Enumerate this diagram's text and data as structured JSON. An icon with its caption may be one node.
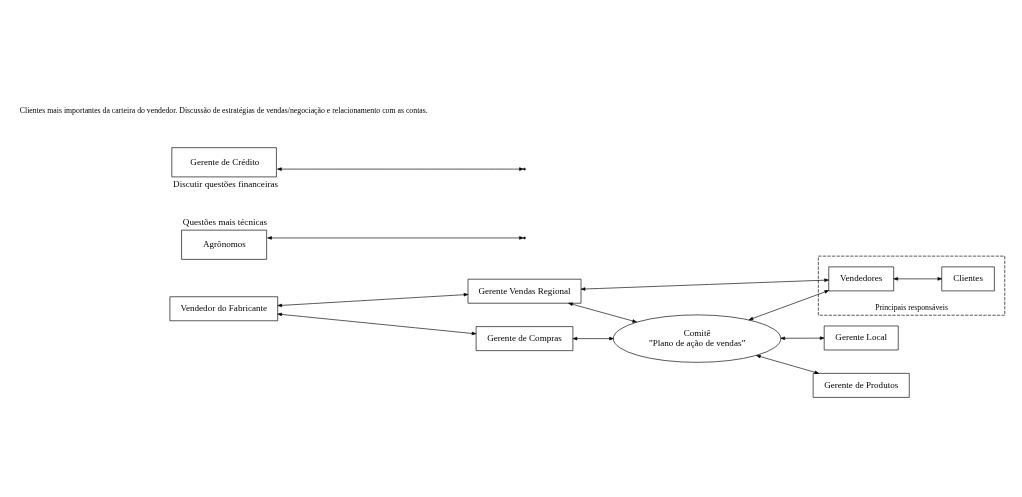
{
  "diagram": {
    "nodes": [
      {
        "text": [
          "Vendedor do Fabricante"
        ]
      },
      {
        "text": [
          "Gerente de Compras"
        ]
      },
      {
        "text": [
          "Gerente Vendas Regional"
        ]
      },
      {
        "text": [
          "Agrônomos"
        ],
        "beside": [
          "Questões mais técnicas"
        ]
      },
      {
        "text": [
          "Comitê",
          "”Plano de ação de vendas”"
        ]
      },
      {
        "text": [
          "Principais responsáveis"
        ]
      },
      {
        "text": [
          "Vendedores"
        ],
        "in": 5
      },
      {
        "text": [
          "Clientes"
        ],
        "in": 5
      },
      {
        "text": [
          "Gerente Local"
        ]
      },
      {
        "text": [
          "Gerente de Produtos"
        ]
      },
      {
        "text": [
          "Gerente de Crédito"
        ],
        "beside": [
          "Discutir questões financeiras"
        ]
      }
    ],
    "edges": [
      {
        "from": 0,
        "to": 1,
        "arrow": "both"
      },
      {
        "from": 0,
        "to": 2,
        "arrow": "both"
      },
      {
        "from": 1,
        "to": 4,
        "arrow": "both"
      },
      {
        "from": 2,
        "to": 4,
        "arrow": "both"
      },
      {
        "from": 4,
        "to": 8,
        "arrow": "both"
      },
      {
        "from": 4,
        "to": 9,
        "arrow": "both"
      },
      {
        "from": 4,
        "to": 6,
        "arrow": "both"
      },
      {
        "from": 2,
        "to": 6,
        "arrow": "both"
      },
      {
        "from": 6,
        "to": 7,
        "arrow": "both"
      },
      {
        "from": 3,
        "to": null,
        "arrow": "both"
      },
      {
        "from": 10,
        "to": null,
        "arrow": "both"
      }
    ],
    "labels": [
      "Clientes mais importantes da carteira do vendedor. Discussão de estratégias de vendas/negociação e relacionamento com as contas."
    ]
  }
}
